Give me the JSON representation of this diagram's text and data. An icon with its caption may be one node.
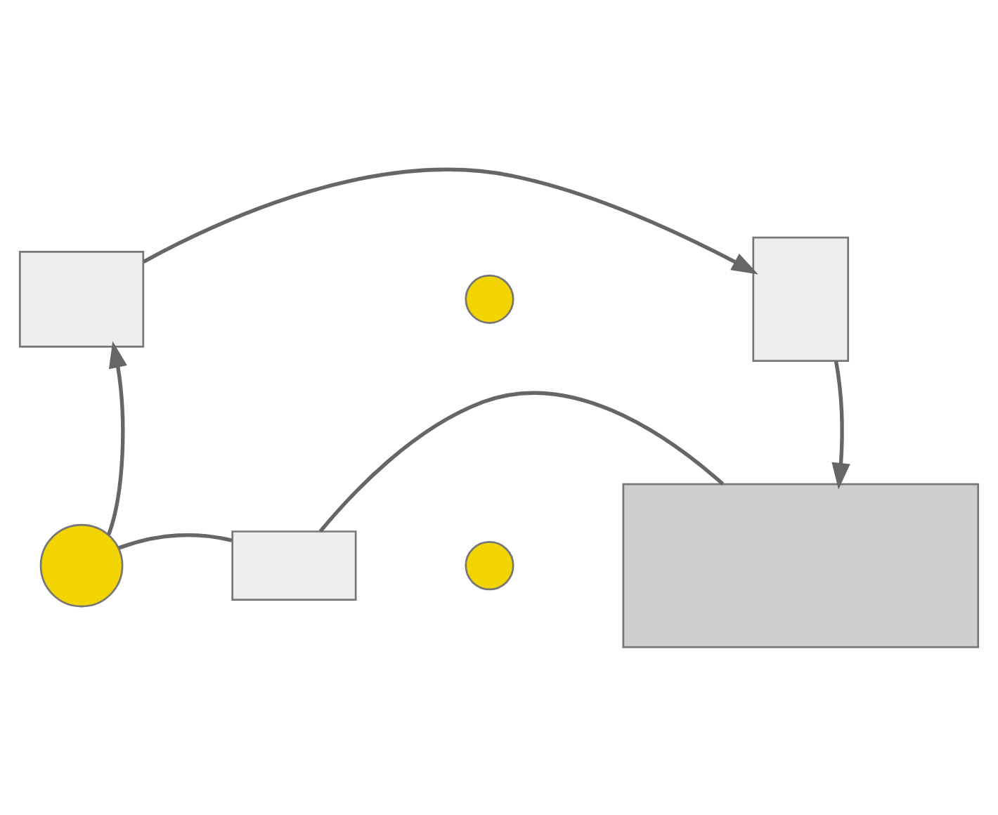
{
  "diagram": {
    "nodes": [
      {
        "text": [],
        "shape": "box"
      },
      {
        "text": [],
        "shape": "circle"
      },
      {
        "text": [],
        "shape": "circle"
      },
      {
        "text": [],
        "shape": "box"
      },
      {
        "text": [],
        "shape": "box"
      },
      {
        "text": [],
        "shape": "box"
      },
      {
        "text": [],
        "shape": "circle"
      }
    ],
    "edges": [
      {
        "from": 0,
        "to": 3,
        "arrow": "to"
      },
      {
        "from": 3,
        "to": 4,
        "arrow": "to"
      },
      {
        "from": 4,
        "to": 5,
        "arrow": "none"
      },
      {
        "from": 5,
        "to": 6,
        "arrow": "none"
      },
      {
        "from": 6,
        "to": 0,
        "arrow": "to"
      }
    ]
  }
}
